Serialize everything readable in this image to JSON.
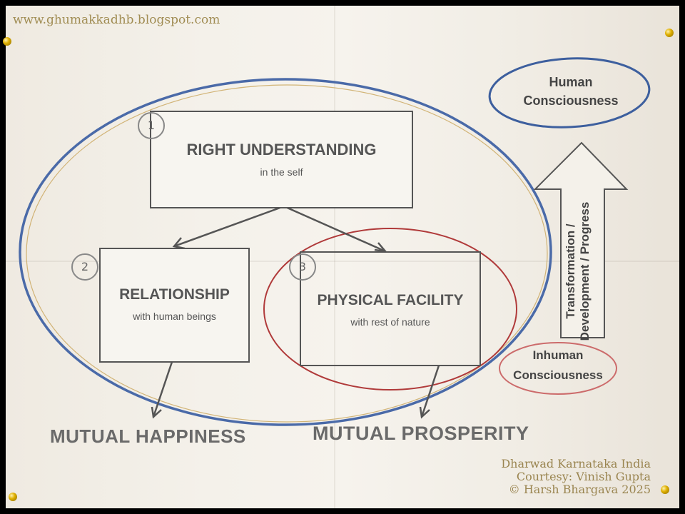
{
  "watermark": "www.ghumakkadhb.blogspot.com",
  "boxes": [
    {
      "number": "1",
      "title": "RIGHT UNDERSTANDING",
      "subtitle": "in the self"
    },
    {
      "number": "2",
      "title": "RELATIONSHIP",
      "subtitle": "with human beings"
    },
    {
      "number": "3",
      "title": "PHYSICAL FACILITY",
      "subtitle": "with rest of nature"
    }
  ],
  "outcomes": {
    "left": "MUTUAL HAPPINESS",
    "right": "MUTUAL PROSPERITY"
  },
  "human_consciousness": {
    "line1": "Human",
    "line2": "Consciousness"
  },
  "inhuman_consciousness": {
    "line1": "Inhuman",
    "line2": "Consciousness"
  },
  "progress_arrow": {
    "line1": "Transformation /",
    "line2": "Development / Progress"
  },
  "credits": {
    "line1": "Dharwad Karnataka India",
    "line2": "Courtesy: Vinish Gupta",
    "line3": "© Harsh Bhargava 2025"
  },
  "colors": {
    "outer_oval": "#4a6aa8",
    "physical_oval": "#b03a3a",
    "inhuman_oval": "#cc6b6b",
    "human_oval": "#3d5f9e",
    "ink": "#555555"
  }
}
